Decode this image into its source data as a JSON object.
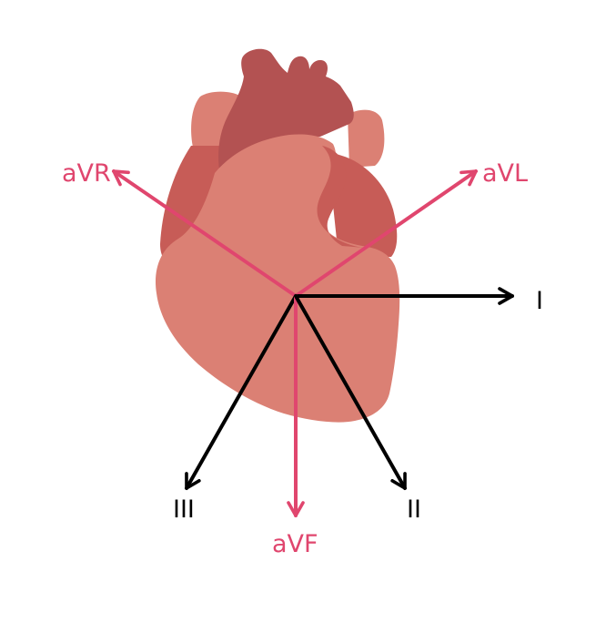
{
  "colors": {
    "background": "#ffffff",
    "heart_main": "#db8074",
    "heart_dark": "#c75c57",
    "heart_vessel": "#b35252",
    "augmented_lead": "#e0466e",
    "limb_lead": "#000000"
  },
  "leads": {
    "avr": {
      "label": "aVR",
      "color": "#e0466e"
    },
    "avl": {
      "label": "aVL",
      "color": "#e0466e"
    },
    "lead_i": {
      "label": "I",
      "color": "#000000"
    },
    "lead_ii": {
      "label": "II",
      "color": "#000000"
    },
    "lead_iii": {
      "label": "III",
      "color": "#000000"
    },
    "avf": {
      "label": "aVF",
      "color": "#e0466e"
    }
  }
}
